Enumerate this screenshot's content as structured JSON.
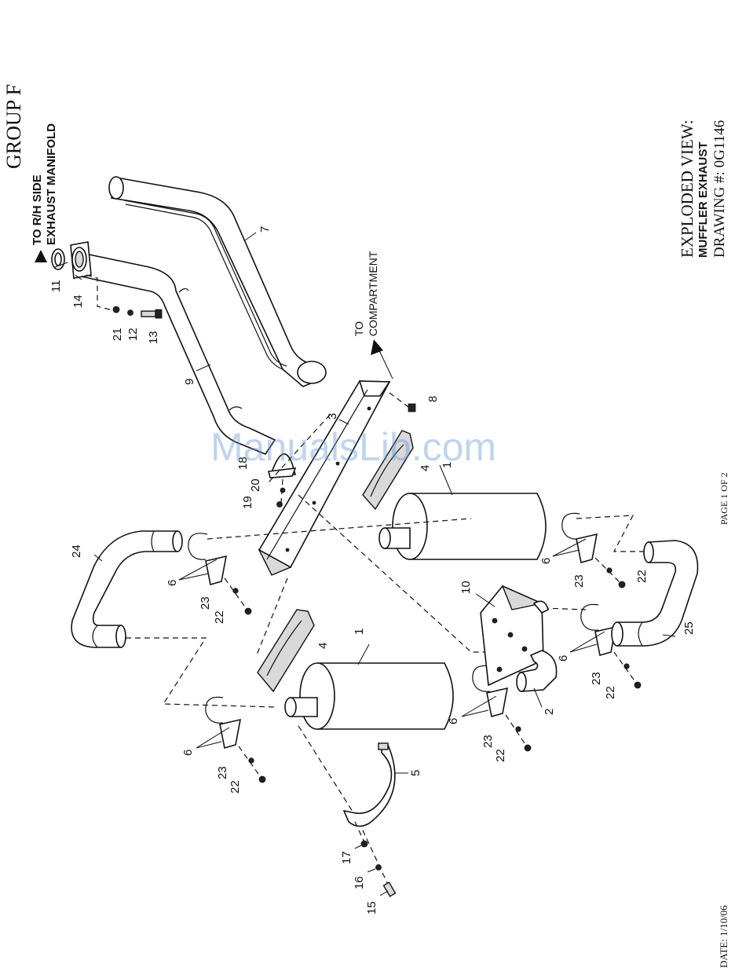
{
  "group_label": "GROUP F",
  "header_lines": [
    "TO R/H SIDE",
    "EXHAUST MANIFOLD"
  ],
  "compartment_lines": [
    "TO",
    "COMPARTMENT"
  ],
  "view_title": "EXPLODED VIEW:",
  "view_subtitle": "MUFFLER EXHAUST",
  "drawing_number": "DRAWING #: 0G1146",
  "page_label": "PAGE 1 OF 2",
  "date_label": "DATE:  1/10/06",
  "watermark": "ManualsLib.com",
  "callouts": [
    "11",
    "14",
    "21",
    "12",
    "13",
    "9",
    "7",
    "3",
    "8",
    "18",
    "20",
    "19",
    "4",
    "1",
    "24",
    "6",
    "23",
    "22",
    "10",
    "25",
    "2",
    "5",
    "17",
    "16",
    "15"
  ]
}
